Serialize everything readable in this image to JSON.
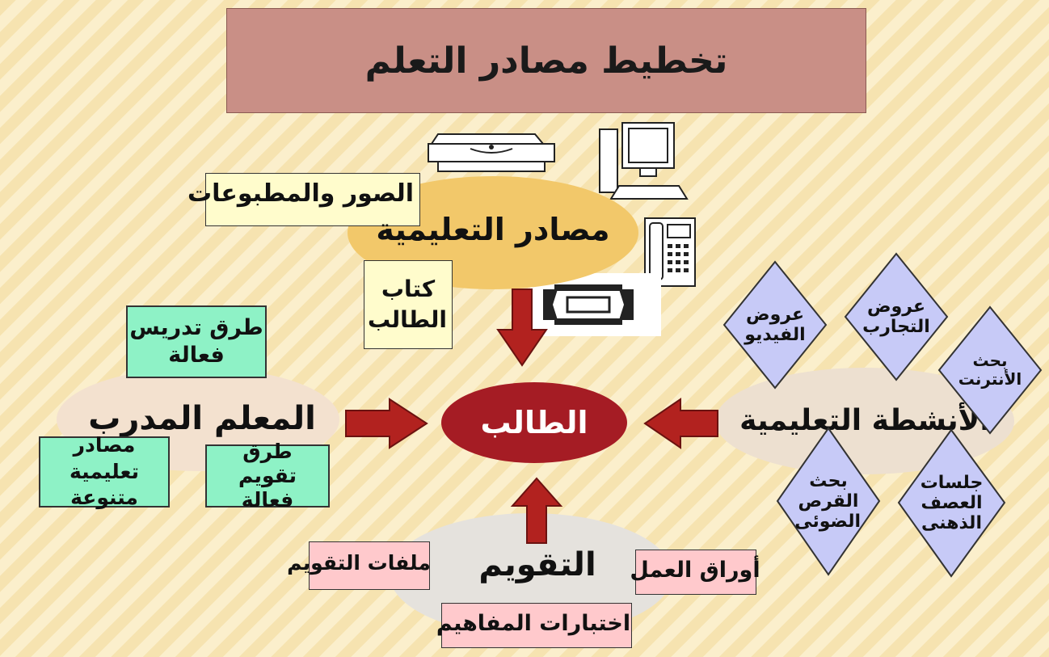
{
  "title": "تخطيط مصادر التعلم",
  "center": "الطالب",
  "sources": {
    "label": "مصادر التعليمية",
    "images": "الصور والمطبوعات",
    "book": "كتاب الطالب"
  },
  "teacher": {
    "label": "المعلم المدرب",
    "methods": "طرق تدريس فعالة",
    "resources": "مصادر تعليمية متنوعة",
    "assessment": "طرق تقويم فعالة"
  },
  "activities": {
    "label": "الأنشطة التعليمية",
    "video": "عروض الفيديو",
    "experiments": "عروض التجارب",
    "internet": "بحث الأنترنت",
    "cd": "بحث القرص الضوئى",
    "brainstorm": "جلسات العصف الذهنى"
  },
  "evaluation": {
    "label": "التقويم",
    "files": "ملفات التقويم",
    "worksheets": "أوراق العمل",
    "tests": "اختبارات المفاهيم"
  },
  "icons": [
    "printer-icon",
    "computer-icon",
    "telephone-icon",
    "videotape-icon"
  ],
  "colors": {
    "title_bg": "#c98f86",
    "center": "#a51c24",
    "arrow": "#b2221f",
    "sources_ellipse": "#f2c86a",
    "teacher_ellipse": "#f3e1cf",
    "activities_ellipse": "#ede0d0",
    "evaluation_ellipse": "#e5e2dd",
    "diamond": "#c7caf7",
    "green_box": "#8ef2c6",
    "yellow_box": "#fffccc",
    "pink_box": "#ffc9cc"
  }
}
